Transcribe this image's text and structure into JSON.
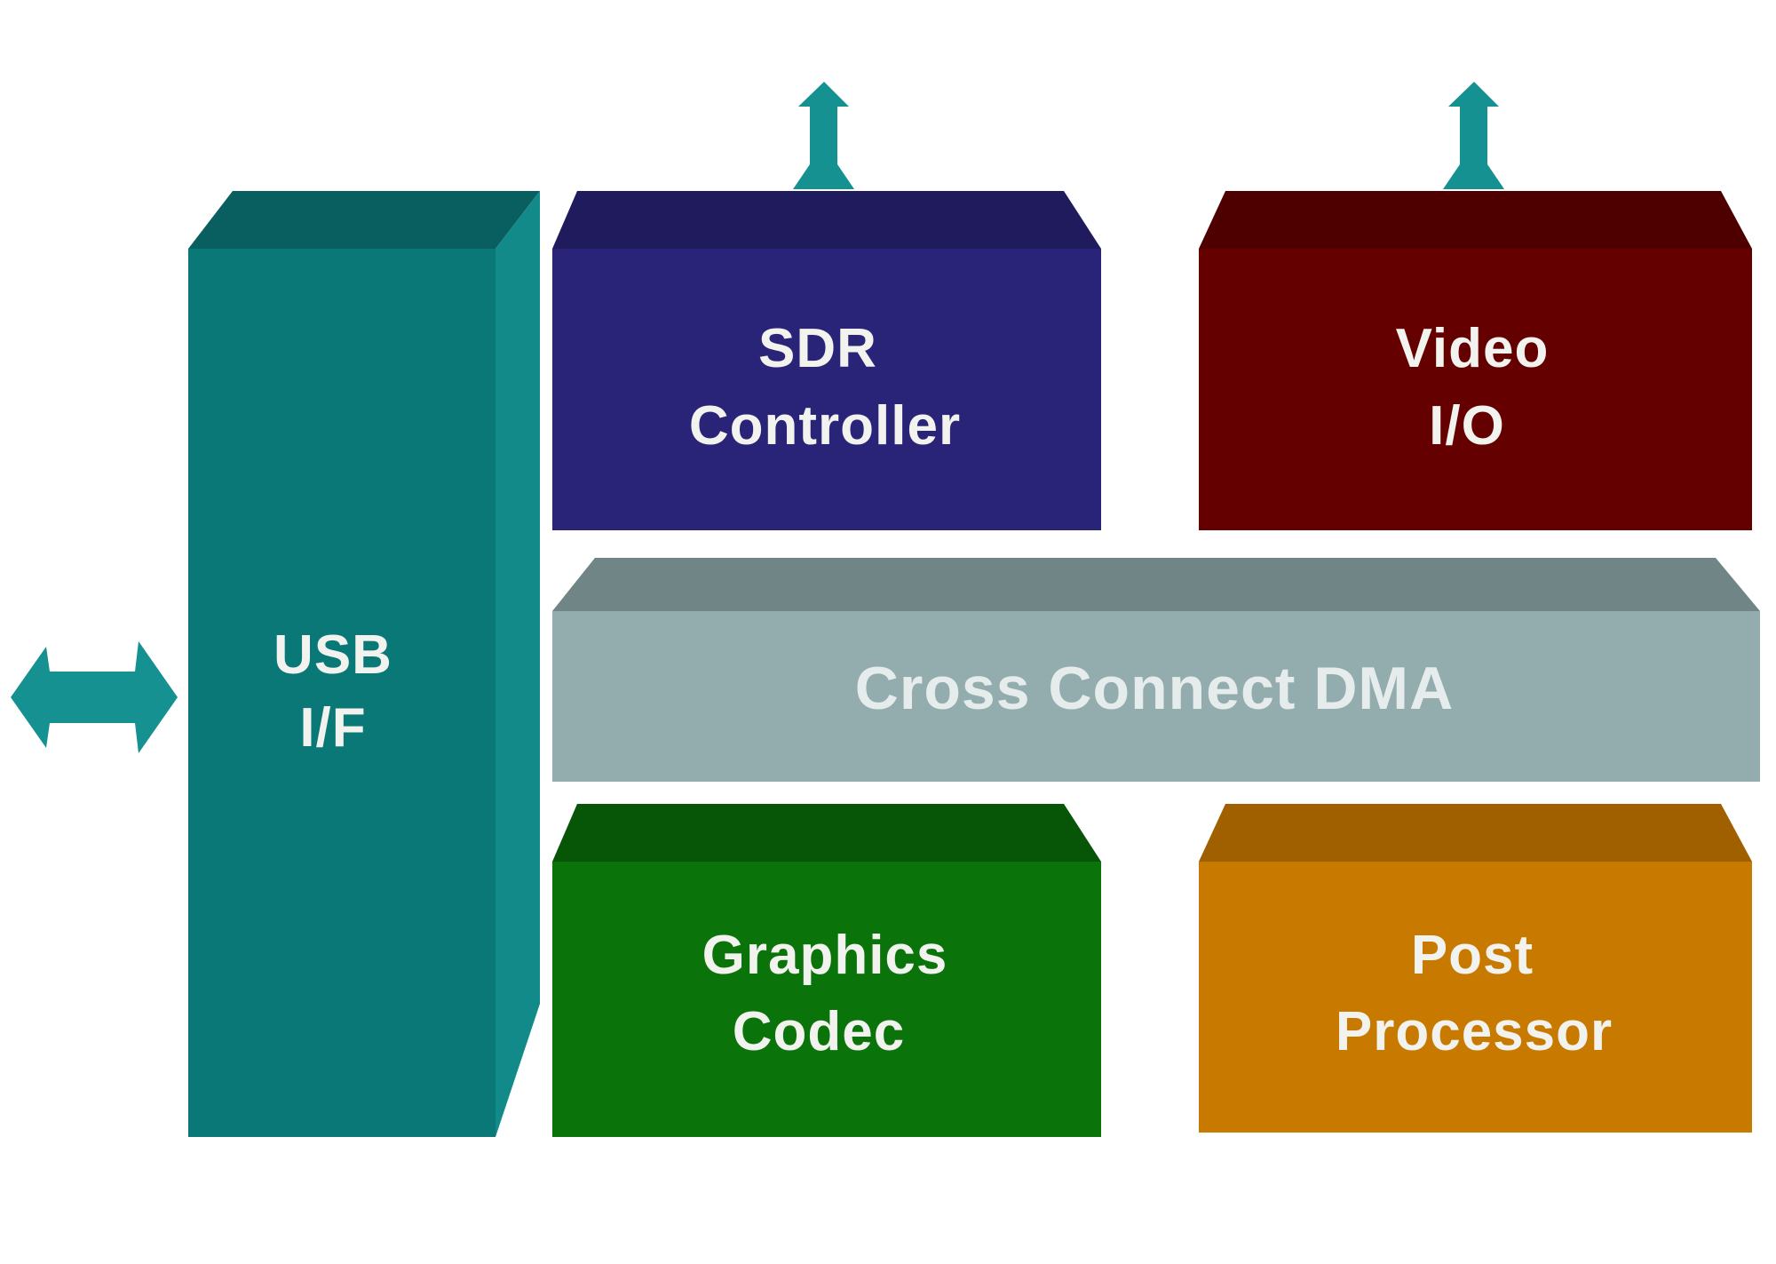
{
  "colors": {
    "background": "#ffffff",
    "teal": "#0b7878",
    "teal_dark": "#095f5f",
    "teal_side": "#138a8a",
    "arrow": "#169191",
    "sdr": "#2a2478",
    "sdr_top": "#1f1b5c",
    "video": "#650000",
    "video_top": "#4e0000",
    "dma": "#93adaf",
    "dma_top": "#6f8586",
    "codec": "#0a740a",
    "codec_top": "#075507",
    "post": "#c87a00",
    "post_top": "#a06000",
    "label_light": "#f2f2ee",
    "label_dma": "#e6ecec"
  },
  "blocks": {
    "usb": {
      "line1": "USB",
      "line2": "I/F"
    },
    "sdr": {
      "line1": "SDR",
      "line2": "Controller"
    },
    "video": {
      "line1": "Video",
      "line2": "I/O"
    },
    "dma": {
      "label": "Cross Connect DMA"
    },
    "codec": {
      "line1": "Graphics",
      "line2": "Codec"
    },
    "post": {
      "line1": "Post",
      "line2": "Processor"
    }
  },
  "arrows": {
    "usb_external": "double-arrow-icon",
    "sdr_up": "up-arrow-icon",
    "video_up": "up-arrow-icon"
  }
}
